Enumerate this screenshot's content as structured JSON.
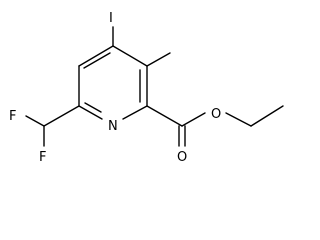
{
  "atoms": {
    "iodine": "I",
    "fluorine_top": "F",
    "fluorine_bottom": "F",
    "nitrogen": "N",
    "oxygen_ester": "O",
    "oxygen_carbonyl": "O"
  }
}
